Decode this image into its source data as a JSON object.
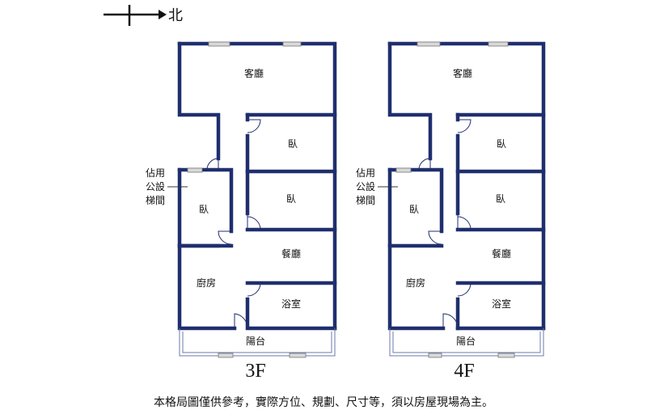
{
  "compass": {
    "north_label": "北"
  },
  "plans": [
    {
      "floor_label": "3F",
      "rooms": {
        "living_room": "客廳",
        "bedroom_1": "臥",
        "bedroom_2": "臥",
        "bedroom_3": "臥",
        "dining_room": "餐廳",
        "kitchen": "廚房",
        "bathroom": "浴室",
        "balcony": "陽台"
      },
      "stair_note": [
        "佔用",
        "公設",
        "梯間"
      ]
    },
    {
      "floor_label": "4F",
      "rooms": {
        "living_room": "客廳",
        "bedroom_1": "臥",
        "bedroom_2": "臥",
        "bedroom_3": "臥",
        "dining_room": "餐廳",
        "kitchen": "廚房",
        "bathroom": "浴室",
        "balcony": "陽台"
      },
      "stair_note": [
        "佔用",
        "公設",
        "梯間"
      ]
    }
  ],
  "disclaimer": "本格局圖僅供參考，實際方位、規劃、尺寸等，須以房屋現場為主。",
  "colors": {
    "wall": "#1f2f6e",
    "window": "#d9d9d9"
  }
}
